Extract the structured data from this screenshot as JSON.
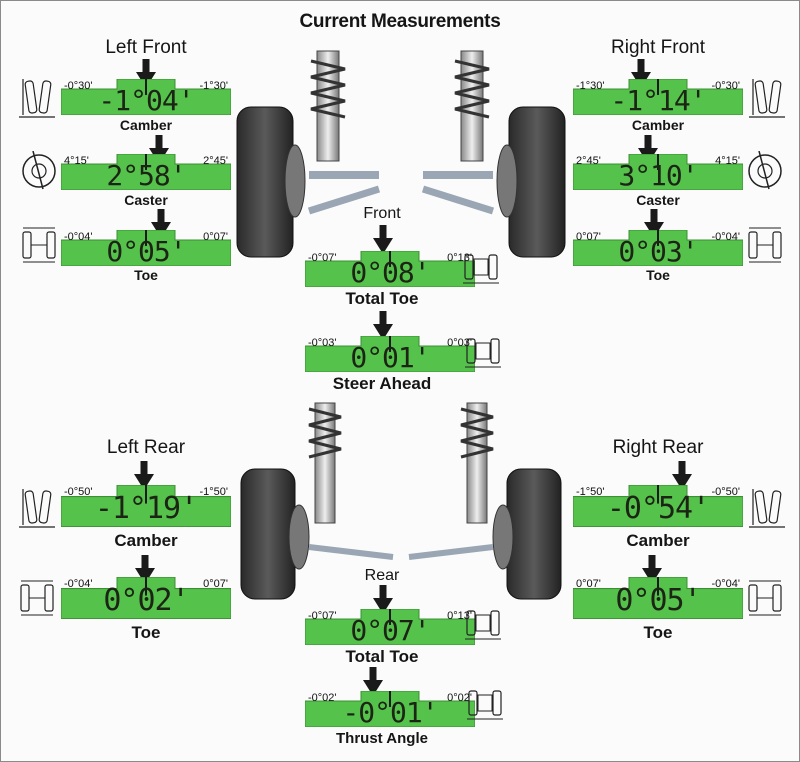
{
  "title": "Current Measurements",
  "colors": {
    "gauge_green": "#55c24b",
    "text": "#151515"
  },
  "sections": {
    "left_front": {
      "label": "Left Front"
    },
    "right_front": {
      "label": "Right Front"
    },
    "front": {
      "label": "Front"
    },
    "left_rear": {
      "label": "Left Rear"
    },
    "right_rear": {
      "label": "Right Rear"
    },
    "rear": {
      "label": "Rear"
    }
  },
  "gauges": {
    "lf_camber": {
      "min": "-0°30'",
      "max": "-1°30'",
      "value": "-1°04'",
      "label": "Camber",
      "icon": "camber-icon"
    },
    "lf_caster": {
      "min": "4°15'",
      "max": "2°45'",
      "value": "2°58'",
      "label": "Caster",
      "icon": "caster-icon"
    },
    "lf_toe": {
      "min": "-0°04'",
      "max": "0°07'",
      "value": "0°05'",
      "label": "Toe",
      "icon": "toe-icon"
    },
    "rf_camber": {
      "min": "-1°30'",
      "max": "-0°30'",
      "value": "-1°14'",
      "label": "Camber",
      "icon": "camber-icon"
    },
    "rf_caster": {
      "min": "2°45'",
      "max": "4°15'",
      "value": "3°10'",
      "label": "Caster",
      "icon": "caster-icon"
    },
    "rf_toe": {
      "min": "0°07'",
      "max": "-0°04'",
      "value": "0°03'",
      "label": "Toe",
      "icon": "toe-icon"
    },
    "front_total_toe": {
      "min": "-0°07'",
      "max": "0°13'",
      "value": "0°08'",
      "label": "Total Toe",
      "icon": "total-toe-icon"
    },
    "steer_ahead": {
      "min": "-0°03'",
      "max": "0°03'",
      "value": "0°01'",
      "label": "Steer Ahead",
      "icon": "steer-ahead-icon"
    },
    "lr_camber": {
      "min": "-0°50'",
      "max": "-1°50'",
      "value": "-1°19'",
      "label": "Camber",
      "icon": "camber-icon"
    },
    "lr_toe": {
      "min": "-0°04'",
      "max": "0°07'",
      "value": "0°02'",
      "label": "Toe",
      "icon": "toe-icon"
    },
    "rr_camber": {
      "min": "-1°50'",
      "max": "-0°50'",
      "value": "-0°54'",
      "label": "Camber",
      "icon": "camber-icon"
    },
    "rr_toe": {
      "min": "0°07'",
      "max": "-0°04'",
      "value": "0°05'",
      "label": "Toe",
      "icon": "toe-icon"
    },
    "rear_total_toe": {
      "min": "-0°07'",
      "max": "0°13'",
      "value": "0°07'",
      "label": "Total Toe",
      "icon": "total-toe-icon"
    },
    "thrust_angle": {
      "min": "-0°02'",
      "max": "0°02'",
      "value": "-0°01'",
      "label": "Thrust Angle",
      "icon": "thrust-angle-icon"
    }
  }
}
